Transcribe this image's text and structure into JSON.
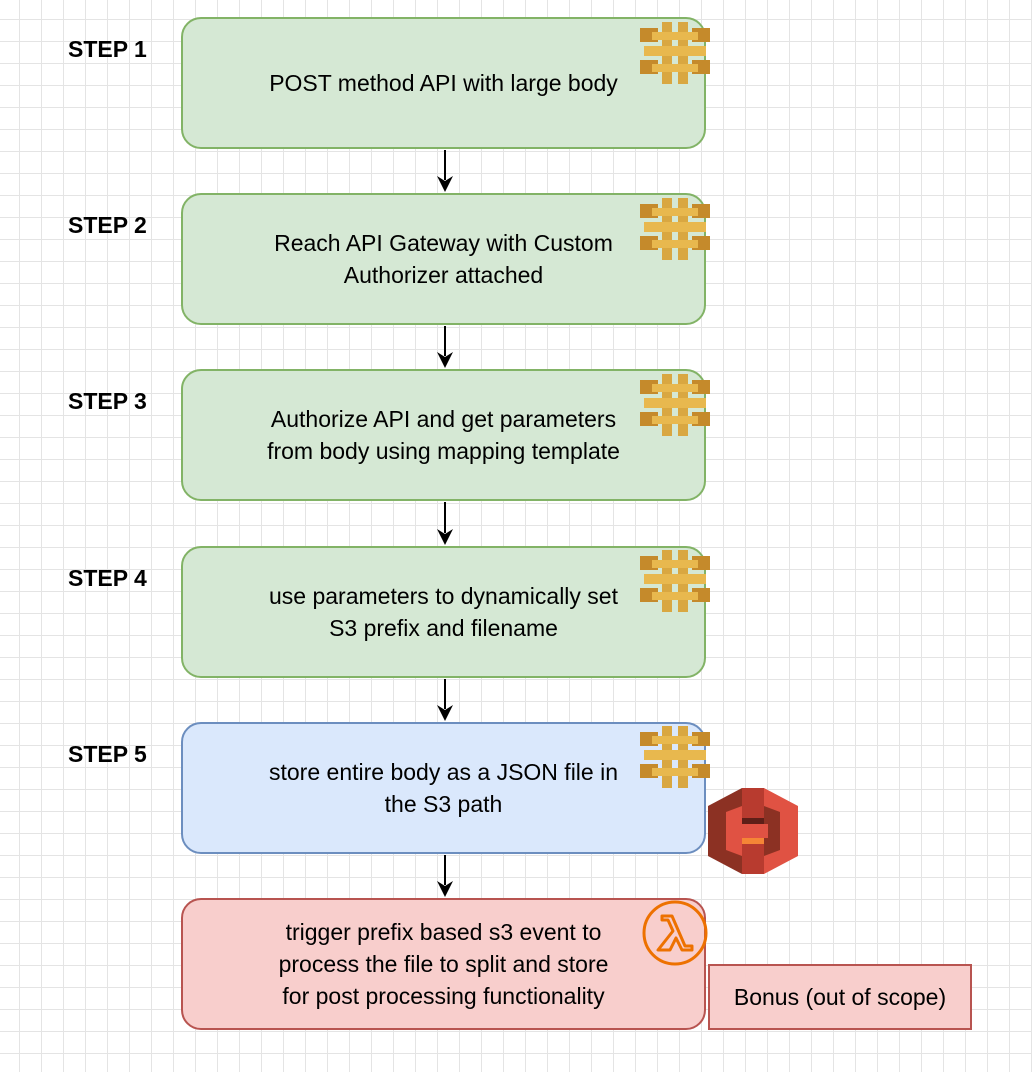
{
  "steps": [
    {
      "label": "STEP 1",
      "text": "POST method API with large body",
      "color": "green"
    },
    {
      "label": "STEP 2",
      "text": "Reach API Gateway with Custom Authorizer attached",
      "color": "green"
    },
    {
      "label": "STEP 3",
      "text": "Authorize API and get parameters from body using mapping template",
      "color": "green"
    },
    {
      "label": "STEP 4",
      "text": "use parameters to dynamically set S3 prefix and filename",
      "color": "green"
    },
    {
      "label": "STEP 5",
      "text": "store entire body as a JSON file in the S3 path",
      "color": "blue"
    }
  ],
  "final_step": {
    "text": "trigger prefix based s3 event to process the file to split and store for post processing functionality",
    "color": "red"
  },
  "bonus": {
    "text": "Bonus (out of scope)"
  },
  "icons": {
    "api_gateway": "api-gateway-icon",
    "s3": "s3-bucket-icon",
    "lambda": "lambda-icon"
  },
  "colors": {
    "green_fill": "#d5e8d4",
    "green_stroke": "#82b366",
    "blue_fill": "#dae8fc",
    "blue_stroke": "#6c8ebf",
    "red_fill": "#f8cecc",
    "red_stroke": "#b85450",
    "api_gateway_icon": "#d9a741",
    "s3_icon": "#e05243",
    "lambda_icon": "#ed7100"
  }
}
